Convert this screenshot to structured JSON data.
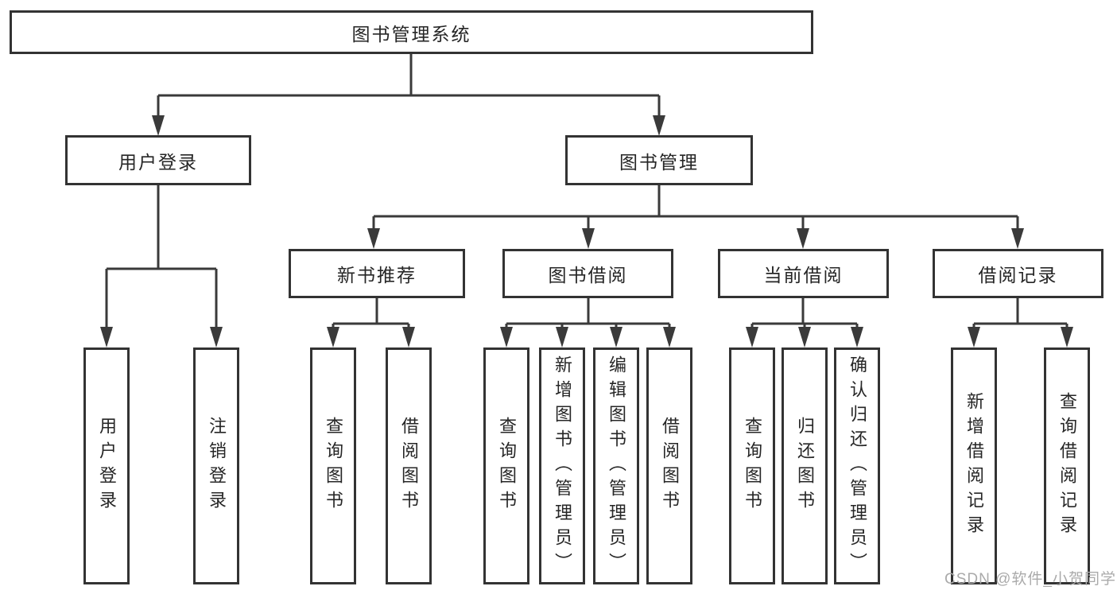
{
  "tree": {
    "root": {
      "label": "图书管理系统"
    },
    "login": {
      "label": "用户登录",
      "children": [
        {
          "label": "用户登录"
        },
        {
          "label": "注销登录"
        }
      ]
    },
    "management": {
      "label": "图书管理",
      "groups": [
        {
          "label": "新书推荐",
          "children": [
            {
              "label": "查询图书"
            },
            {
              "label": "借阅图书"
            }
          ]
        },
        {
          "label": "图书借阅",
          "children": [
            {
              "label": "查询图书"
            },
            {
              "label": "新增图书（管理员）"
            },
            {
              "label": "编辑图书（管理员）"
            },
            {
              "label": "借阅图书"
            }
          ]
        },
        {
          "label": "当前借阅",
          "children": [
            {
              "label": "查询图书"
            },
            {
              "label": "归还图书"
            },
            {
              "label": "确认归还（管理员）"
            }
          ]
        },
        {
          "label": "借阅记录",
          "children": [
            {
              "label": "新增借阅记录"
            },
            {
              "label": "查询借阅记录"
            }
          ]
        }
      ]
    }
  },
  "watermark": {
    "text": "CSDN @软件_小贺同学"
  },
  "colors": {
    "line": "#3a3a3a",
    "border": "#333333",
    "text": "#262626",
    "watermark": "#aaaaaa",
    "background": "#ffffff"
  }
}
